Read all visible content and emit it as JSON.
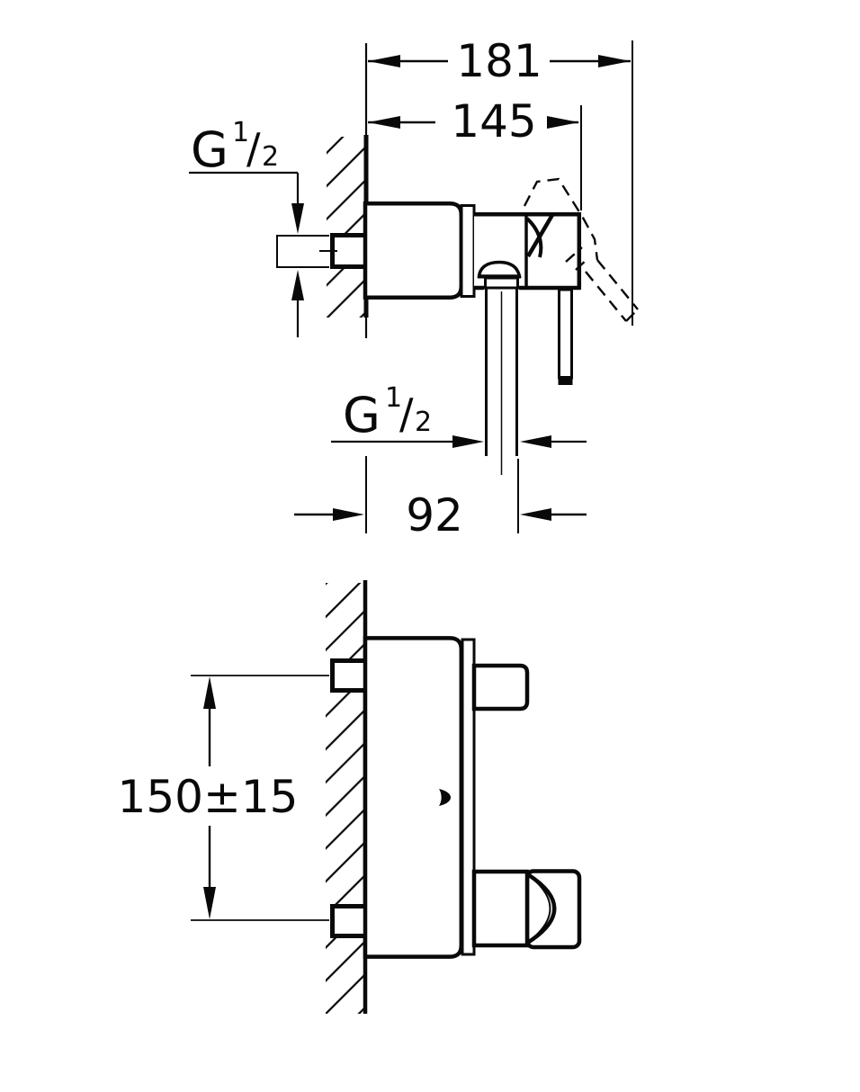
{
  "meta": {
    "background_color": "#ffffff",
    "line_color": "#090909",
    "drawing_type": "installation dimension drawing, two views"
  },
  "dimensions": {
    "overall_depth": "181",
    "body_depth": "145",
    "outlet_offset": "92",
    "connection_spacing": "150±15"
  },
  "thread_label": {
    "text": "G 1/2",
    "g": "G",
    "numerator": "1",
    "slash": "/",
    "denominator": "2"
  }
}
